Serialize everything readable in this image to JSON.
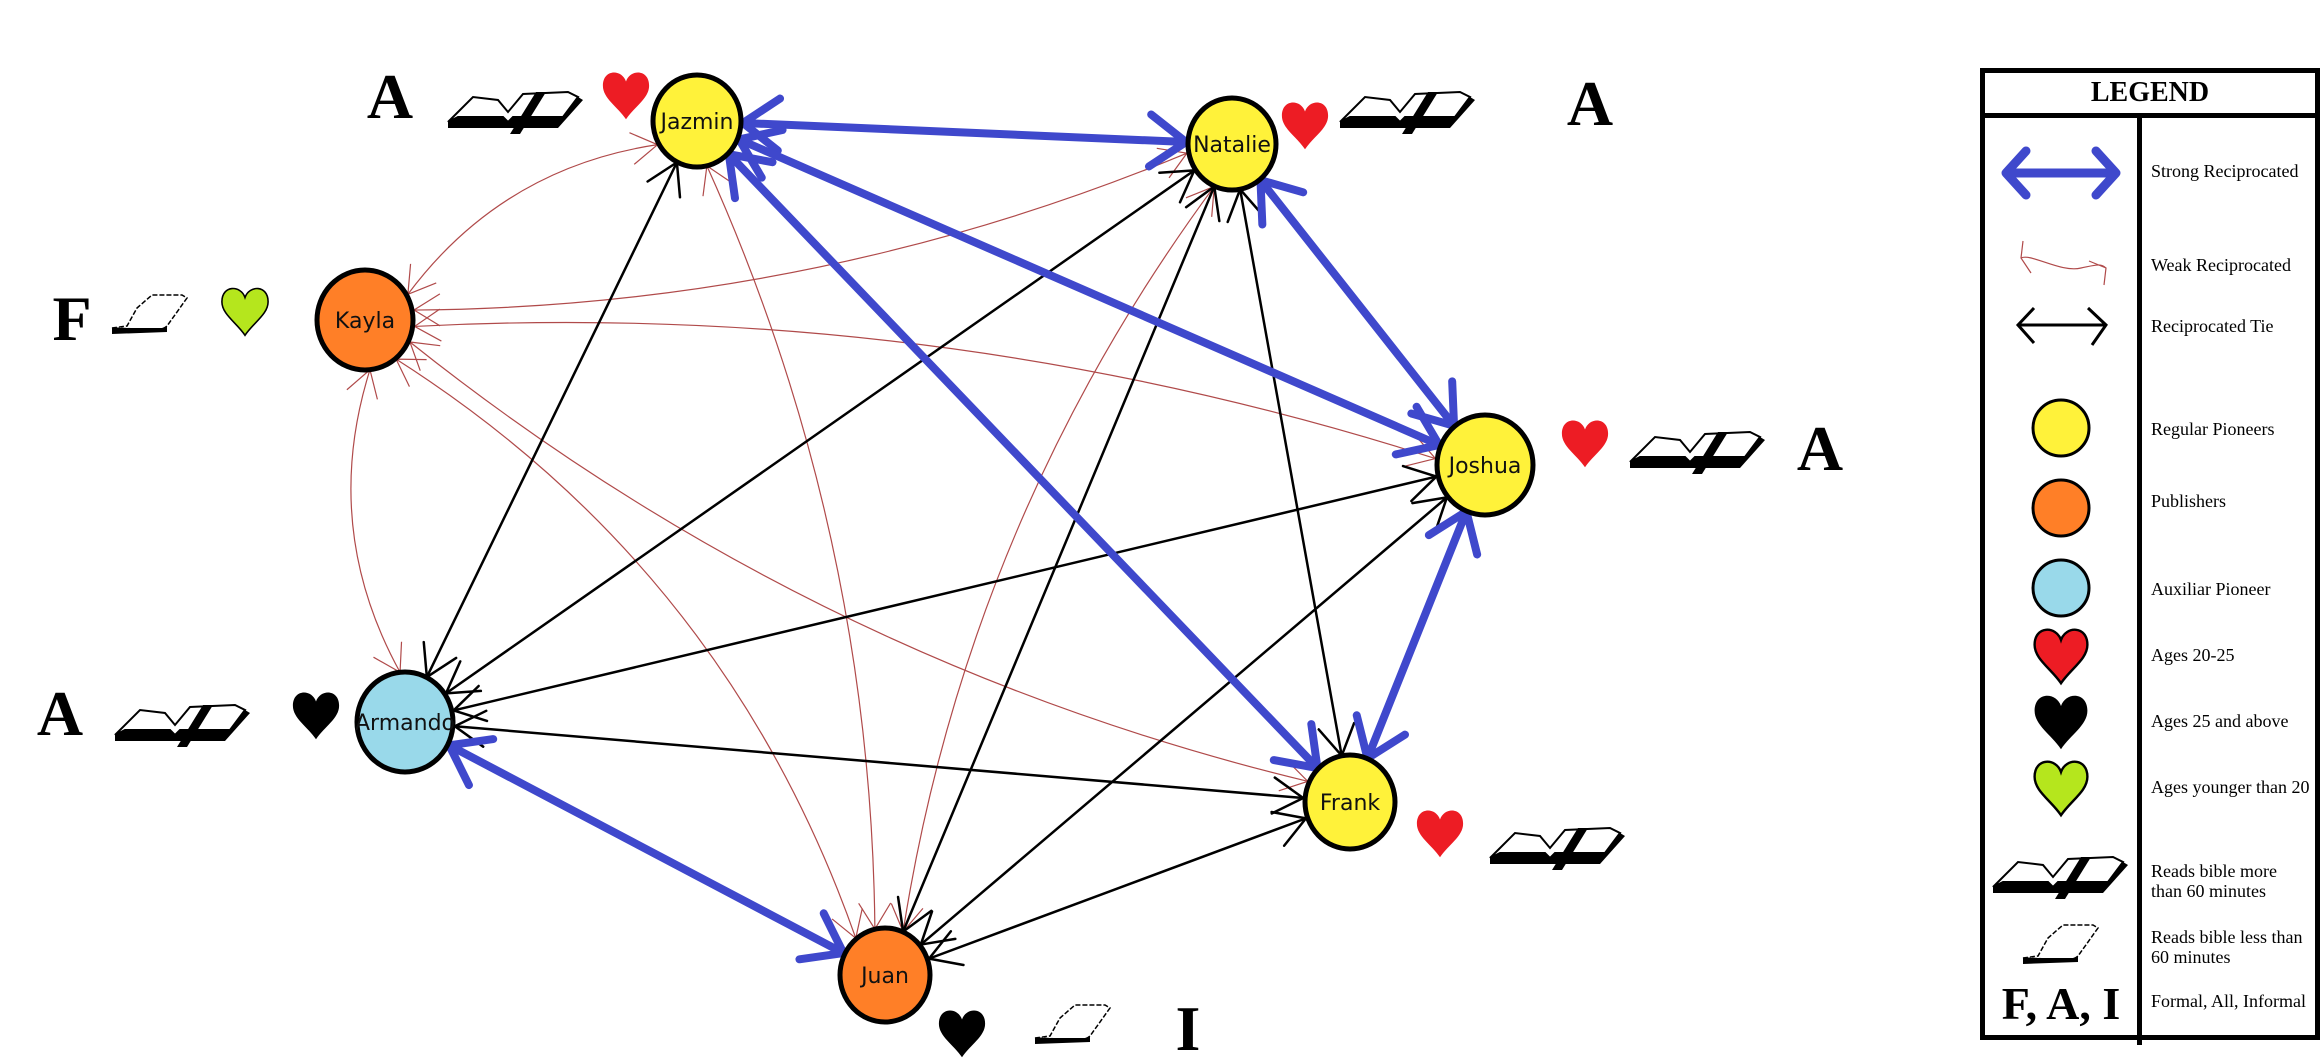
{
  "colors": {
    "regular_pioneer": "#fff23a",
    "publisher": "#ff7f27",
    "auxiliar_pioneer": "#99d9ea",
    "strong_edge": "#3f48cc",
    "weak_edge": "#b04a4a",
    "tie_edge": "#000000",
    "heart_20_25": "#ed1c24",
    "heart_25_above": "#000000",
    "heart_under_20": "#b5e61d"
  },
  "nodes": [
    {
      "id": "jazmin",
      "label": "Jazmin",
      "role": "regular_pioneer",
      "age": "heart_20_25",
      "bible": "more",
      "letter": "A"
    },
    {
      "id": "natalie",
      "label": "Natalie",
      "role": "regular_pioneer",
      "age": "heart_20_25",
      "bible": "more",
      "letter": "A"
    },
    {
      "id": "kayla",
      "label": "Kayla",
      "role": "publisher",
      "age": "heart_under_20",
      "bible": "less",
      "letter": "F"
    },
    {
      "id": "joshua",
      "label": "Joshua",
      "role": "regular_pioneer",
      "age": "heart_20_25",
      "bible": "more",
      "letter": "A"
    },
    {
      "id": "armando",
      "label": "Armando",
      "role": "auxiliar_pioneer",
      "age": "heart_25_above",
      "bible": "more",
      "letter": "A"
    },
    {
      "id": "frank",
      "label": "Frank",
      "role": "regular_pioneer",
      "age": "heart_20_25",
      "bible": "more",
      "letter": ""
    },
    {
      "id": "juan",
      "label": "Juan",
      "role": "publisher",
      "age": "heart_25_above",
      "bible": "less",
      "letter": "I"
    }
  ],
  "edges": {
    "strong": [
      [
        "jazmin",
        "natalie"
      ],
      [
        "jazmin",
        "joshua"
      ],
      [
        "jazmin",
        "frank"
      ],
      [
        "natalie",
        "joshua"
      ],
      [
        "joshua",
        "frank"
      ],
      [
        "armando",
        "juan"
      ]
    ],
    "tie": [
      [
        "jazmin",
        "armando"
      ],
      [
        "natalie",
        "armando"
      ],
      [
        "natalie",
        "juan"
      ],
      [
        "natalie",
        "frank"
      ],
      [
        "joshua",
        "armando"
      ],
      [
        "joshua",
        "juan"
      ],
      [
        "armando",
        "frank"
      ],
      [
        "juan",
        "frank"
      ]
    ],
    "weak": [
      [
        "kayla",
        "jazmin"
      ],
      [
        "kayla",
        "natalie"
      ],
      [
        "kayla",
        "joshua"
      ],
      [
        "kayla",
        "frank"
      ],
      [
        "kayla",
        "juan"
      ],
      [
        "kayla",
        "armando"
      ],
      [
        "jazmin",
        "juan"
      ],
      [
        "natalie",
        "juan"
      ]
    ]
  },
  "legend": {
    "title": "LEGEND",
    "items": [
      {
        "icon": "strong-arrow-icon",
        "text": "Strong Reciprocated"
      },
      {
        "icon": "weak-arrow-icon",
        "text": "Weak Reciprocated"
      },
      {
        "icon": "tie-arrow-icon",
        "text": "Reciprocated Tie"
      },
      {
        "icon": "yellow-circle-icon",
        "text": "Regular Pioneers"
      },
      {
        "icon": "orange-circle-icon",
        "text": "Publishers"
      },
      {
        "icon": "lightblue-circle-icon",
        "text": "Auxiliar Pioneer"
      },
      {
        "icon": "red-heart-icon",
        "text": "Ages 20-25"
      },
      {
        "icon": "black-heart-icon",
        "text": "Ages 25 and above"
      },
      {
        "icon": "green-heart-icon",
        "text": "Ages younger than 20"
      },
      {
        "icon": "thick-book-icon",
        "text": "Reads bible more than 60 minutes"
      },
      {
        "icon": "thin-book-icon",
        "text": "Reads bible less than 60 minutes"
      },
      {
        "icon": "letters-icon",
        "symbol": "F, A, I",
        "text": "Formal, All, Informal"
      }
    ]
  }
}
